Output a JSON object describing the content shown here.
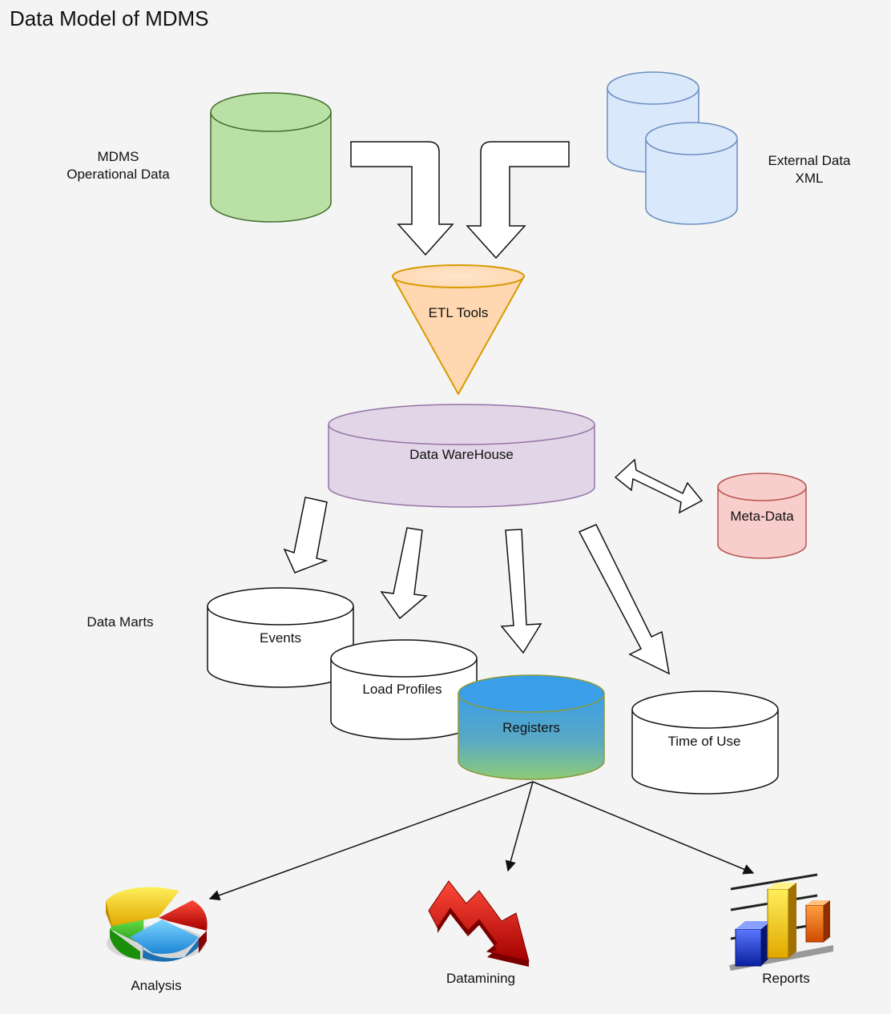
{
  "title": "Data Model of MDMS",
  "sources": {
    "operational": {
      "line1": "MDMS",
      "line2": "Operational Data",
      "color": "#b9e0a5",
      "stroke": "#82b366"
    },
    "external": {
      "line1": "External Data",
      "line2": "XML",
      "color": "#dae8fc",
      "stroke": "#6c8ebf"
    }
  },
  "etl": {
    "label": "ETL Tools",
    "color": "#ffd7b0",
    "stroke": "#d79b00"
  },
  "warehouse": {
    "label": "Data WareHouse",
    "color": "#e1d5e7",
    "stroke": "#9673a6"
  },
  "metadata": {
    "label": "Meta-Data",
    "color": "#f8cecc",
    "stroke": "#b85450"
  },
  "data_marts": {
    "label": "Data Marts",
    "items": [
      {
        "label": "Events"
      },
      {
        "label": "Load Profiles"
      },
      {
        "label": "Registers"
      },
      {
        "label": "Time of Use"
      }
    ]
  },
  "outputs": [
    {
      "label": "Analysis",
      "icon": "pie-chart-icon"
    },
    {
      "label": "Datamining",
      "icon": "trend-down-icon"
    },
    {
      "label": "Reports",
      "icon": "bar-chart-icon"
    }
  ]
}
